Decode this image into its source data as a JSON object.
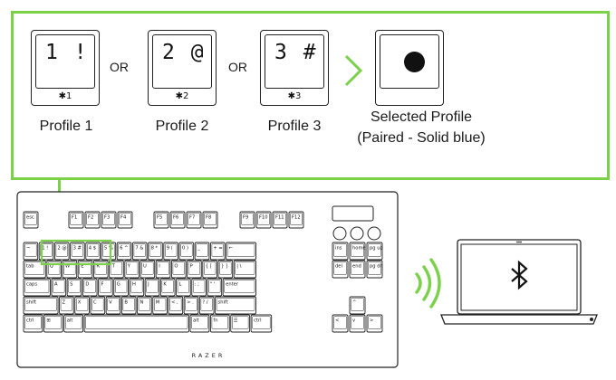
{
  "accent_color": "#7bd14a",
  "profiles": [
    {
      "legend": "1 !",
      "sub": "✱1",
      "caption": "Profile 1"
    },
    {
      "legend": "2 @",
      "sub": "✱2",
      "caption": "Profile 2"
    },
    {
      "legend": "3 #",
      "sub": "✱3",
      "caption": "Profile 3"
    }
  ],
  "or_label": "OR",
  "selected": {
    "caption_line1": "Selected Profile",
    "caption_line2": "(Paired - Solid blue)",
    "icon": "solid-dot-icon"
  },
  "arrow_icon": "chevron-right-icon",
  "keyboard": {
    "brand": "RAZER",
    "fn_row": [
      "esc",
      "F1",
      "F2",
      "F3",
      "F4",
      "F5",
      "F6",
      "F7",
      "F8",
      "F9",
      "F10",
      "F11",
      "F12"
    ],
    "nav_top": [
      "ins",
      "home",
      "pg up"
    ],
    "nav_mid": [
      "del",
      "end",
      "pg dn"
    ],
    "row_num": [
      "~",
      "1 !",
      "2 @",
      "3 #",
      "4 $",
      "5 %",
      "6 ^",
      "7 &",
      "8 *",
      "9 (",
      "0 )",
      "_",
      "+ =",
      "←"
    ],
    "row_q": [
      "tab",
      "Q",
      "W",
      "E",
      "R",
      "T",
      "Y",
      "U",
      "I",
      "O",
      "P",
      "{ [",
      "} ]",
      "| \\"
    ],
    "row_a": [
      "caps",
      "A",
      "S",
      "D",
      "F",
      "G",
      "H",
      "J",
      "K",
      "L",
      ": ;",
      "\" '",
      "enter"
    ],
    "row_z": [
      "shift",
      "Z",
      "X",
      "C",
      "V",
      "B",
      "N",
      "M",
      "< ,",
      "> .",
      "? /",
      "shift"
    ],
    "row_bottom": [
      "ctrl",
      "⊞",
      "alt",
      "",
      "alt",
      "fn",
      "☰",
      "ctrl"
    ],
    "arrows": [
      "^",
      "<",
      "v",
      ">"
    ]
  },
  "laptop_icon": "bluetooth-icon",
  "signal_icon": "wireless-signal-icon"
}
